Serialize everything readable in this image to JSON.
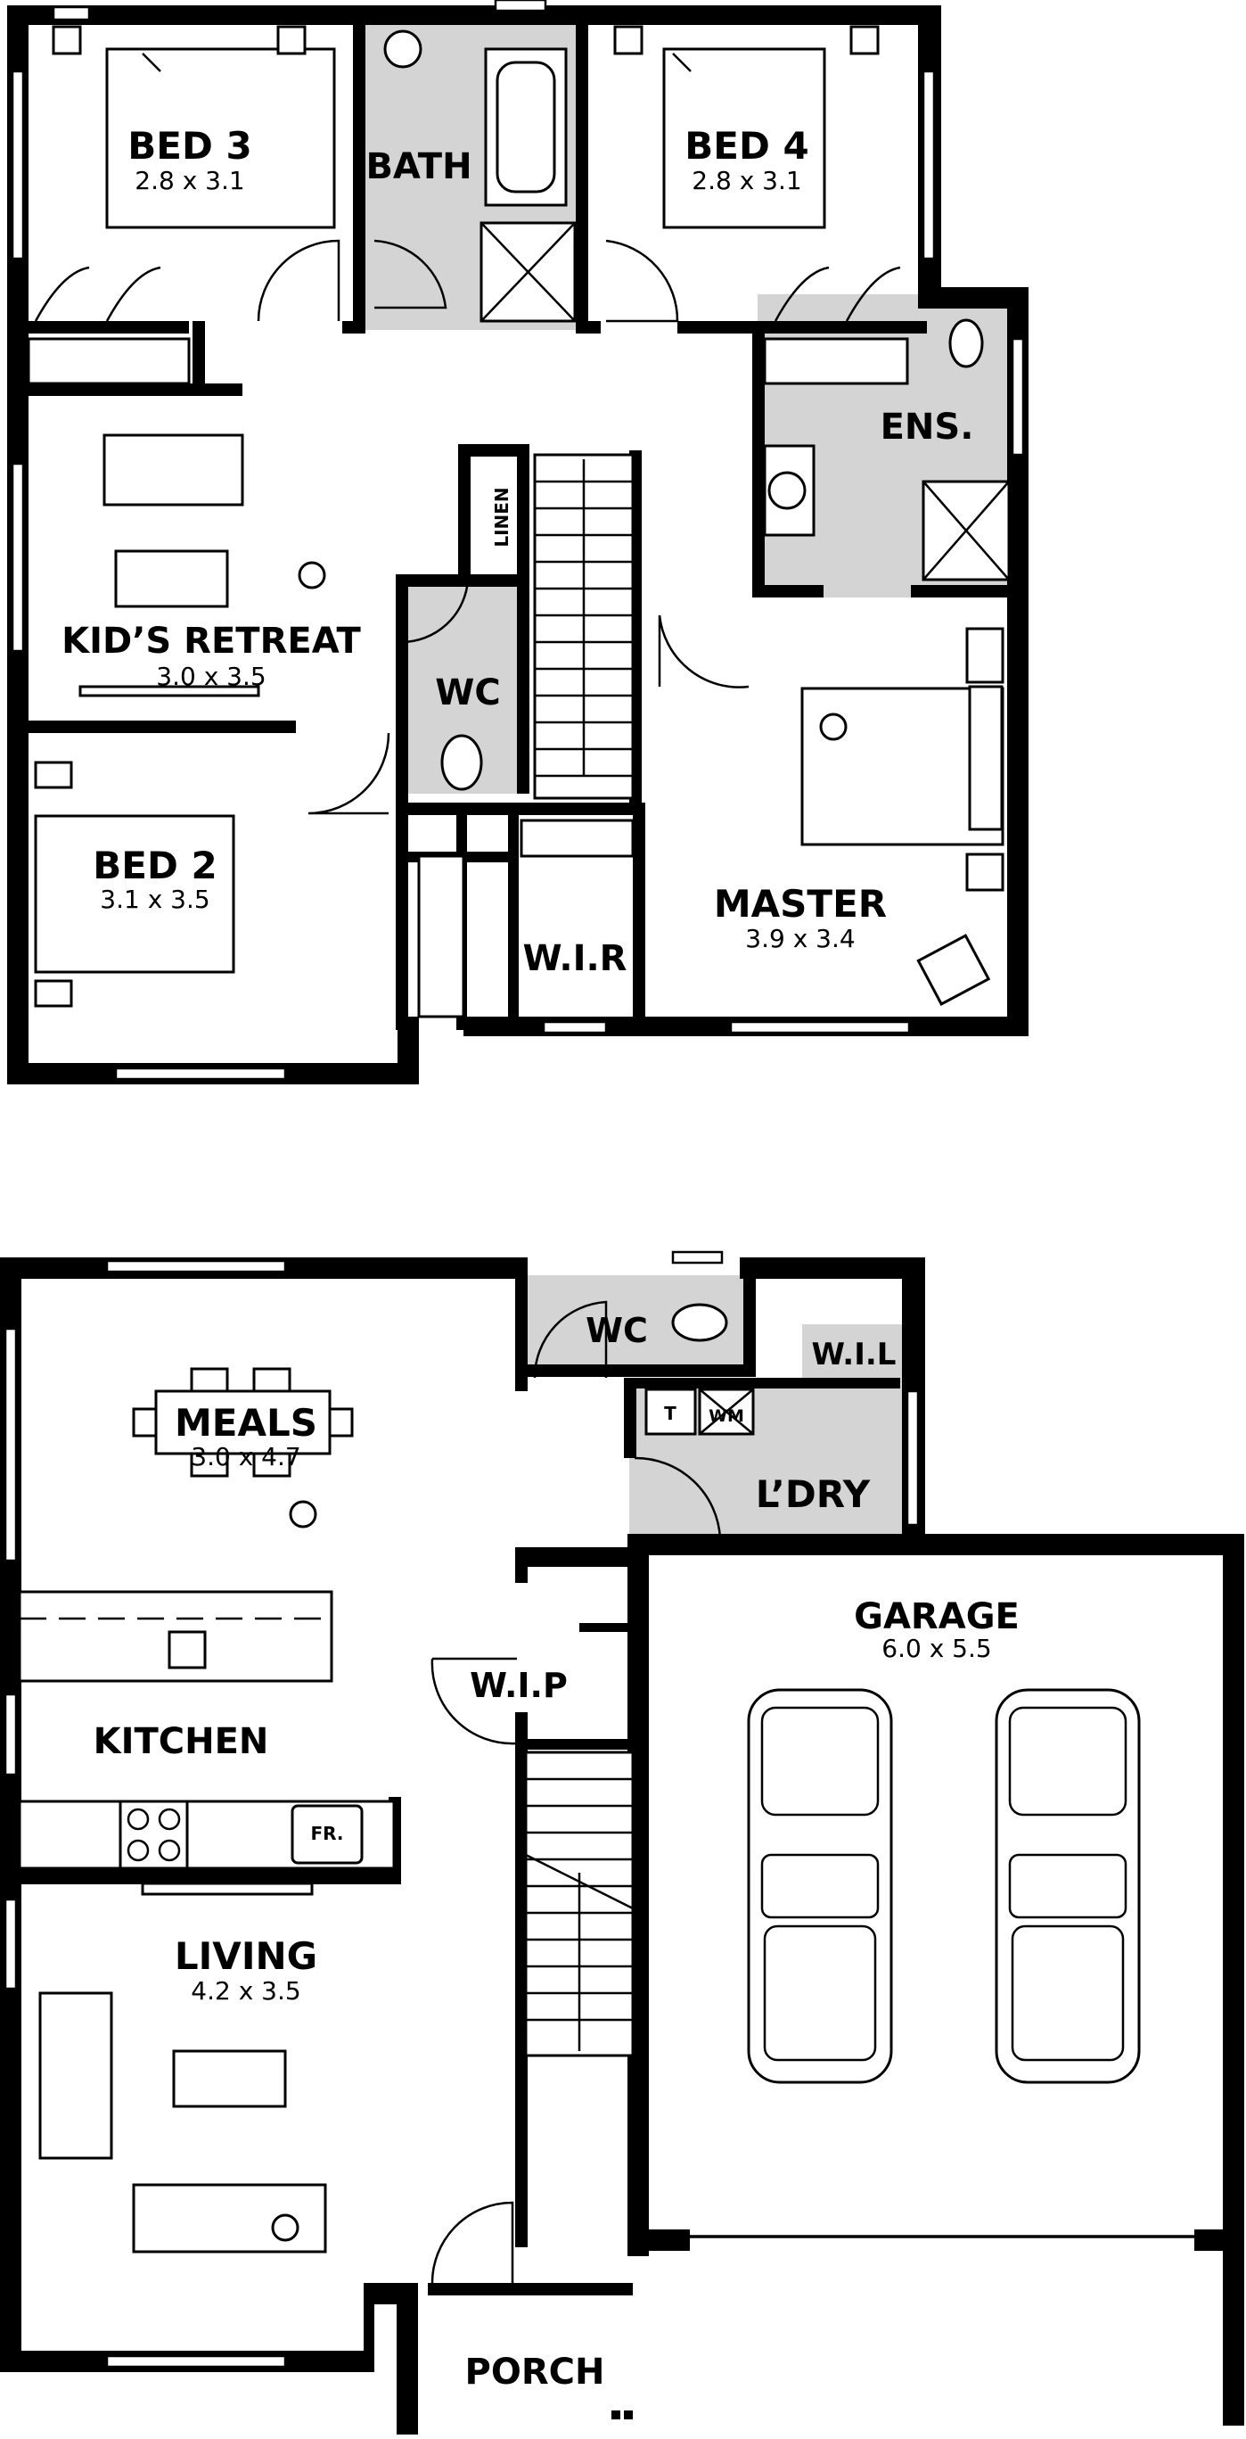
{
  "upper_floor": {
    "rooms": {
      "bed3": {
        "name": "BED 3",
        "dims": "2.8 x 3.1"
      },
      "bath": {
        "name": "BATH"
      },
      "bed4": {
        "name": "BED 4",
        "dims": "2.8 x 3.1"
      },
      "ens": {
        "name": "ENS."
      },
      "kids_retreat": {
        "name": "KID’S RETREAT",
        "dims": "3.0 x 3.5"
      },
      "linen": {
        "name": "LINEN"
      },
      "wc": {
        "name": "WC"
      },
      "bed2": {
        "name": "BED 2",
        "dims": "3.1 x 3.5"
      },
      "wir": {
        "name": "W.I.R"
      },
      "master": {
        "name": "MASTER",
        "dims": "3.9 x 3.4"
      }
    }
  },
  "ground_floor": {
    "rooms": {
      "meals": {
        "name": "MEALS",
        "dims": "3.0 x 4.7"
      },
      "wc": {
        "name": "WC"
      },
      "wil": {
        "name": "W.I.L"
      },
      "laundry": {
        "name": "L’DRY",
        "tub_label": "T",
        "washer_label": "WM"
      },
      "wip": {
        "name": "W.I.P"
      },
      "kitchen": {
        "name": "KITCHEN",
        "fridge_label": "FR."
      },
      "garage": {
        "name": "GARAGE",
        "dims": "6.0 x 5.5"
      },
      "living": {
        "name": "LIVING",
        "dims": "4.2 x 3.5"
      },
      "porch": {
        "name": "PORCH"
      }
    }
  }
}
